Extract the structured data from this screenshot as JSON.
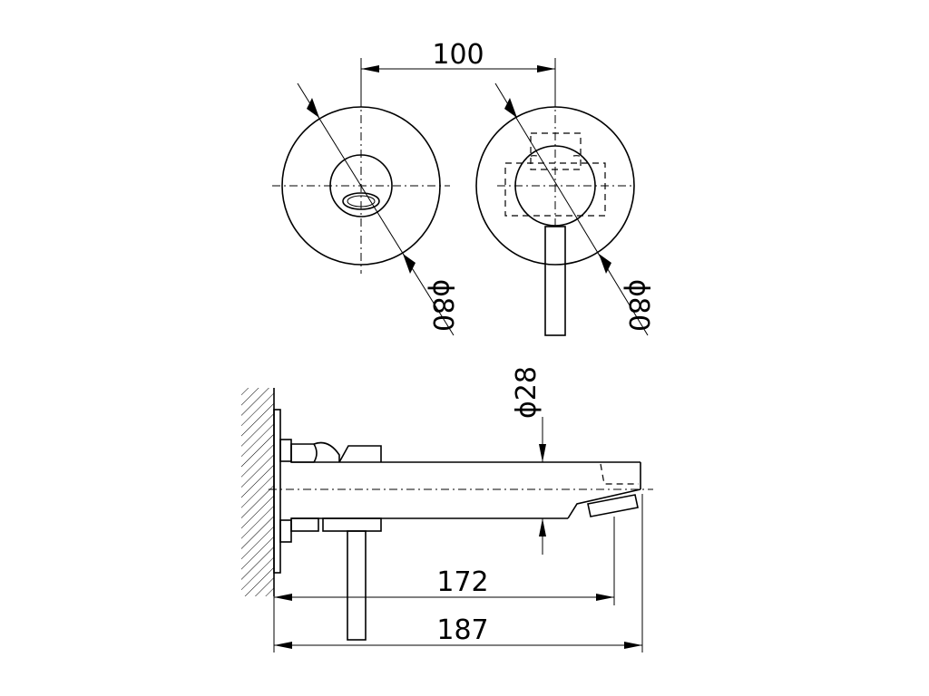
{
  "dimensions": {
    "centers_spacing": "100",
    "plate_left_diameter": "ϕ80",
    "plate_right_diameter": "ϕ80",
    "spout_diameter": "ϕ28",
    "spout_reach": "172",
    "overall_length": "187"
  },
  "colors": {
    "line": "#000000",
    "background": "#ffffff"
  }
}
